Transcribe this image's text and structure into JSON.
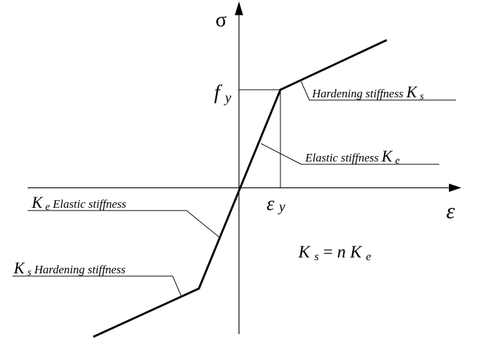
{
  "axes": {
    "y_label": "σ",
    "x_label": "ε"
  },
  "yield_point": {
    "stress_symbol": "f",
    "stress_subscript": "y",
    "strain_symbol": "ε",
    "strain_subscript": "y"
  },
  "labels": {
    "hardening_upper": {
      "text": "Hardening stiffness ",
      "symbol": "K",
      "subscript": "s"
    },
    "elastic_upper": {
      "text": "Elastic stiffness ",
      "symbol": "K",
      "subscript": "e"
    },
    "elastic_lower": {
      "symbol": "K",
      "subscript": "e",
      "text": " Elastic stiffness"
    },
    "hardening_lower": {
      "symbol": "K",
      "subscript": "s",
      "text": "Hardening stiffness"
    }
  },
  "formula": {
    "lhs_symbol": "K",
    "lhs_subscript": "s",
    "equals": "= ",
    "coef": "n",
    "rhs_symbol": "K",
    "rhs_subscript": "e"
  }
}
